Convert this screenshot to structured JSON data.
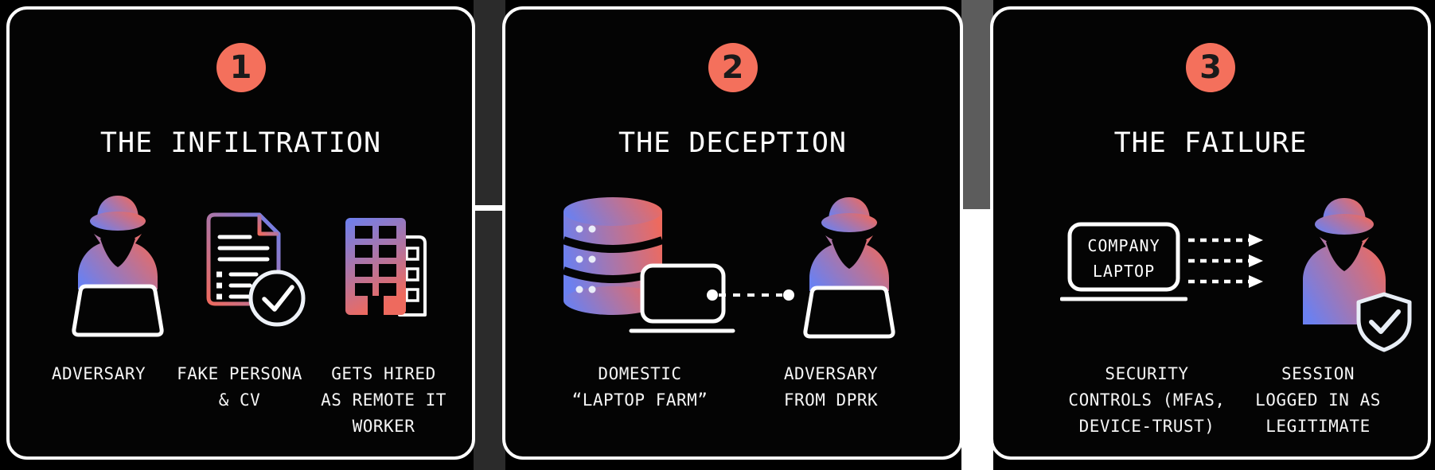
{
  "colors": {
    "accent": "#f4705c",
    "badge_number": "#1a1a1a",
    "gradient_blue": "#6b80f0",
    "gradient_red": "#ee6a5e",
    "card_bg": "#040404",
    "card_border": "#ffffff",
    "text": "#f5f5f5",
    "divider_dark": "#2b2b2b",
    "divider_gray": "#5c5c5c",
    "divider_white": "#ffffff"
  },
  "cards": [
    {
      "number": "1",
      "title": "THE INFILTRATION",
      "items": [
        {
          "icon": "hacker-at-laptop-icon",
          "label": "ADVERSARY"
        },
        {
          "icon": "document-check-icon",
          "label": "FAKE PERSONA\n& CV"
        },
        {
          "icon": "office-building-icon",
          "label": "GETS HIRED\nAS REMOTE IT\nWORKER"
        }
      ]
    },
    {
      "number": "2",
      "title": "THE DECEPTION",
      "items": [
        {
          "icon": "database-laptop-icon",
          "label": "DOMESTIC\n“LAPTOP FARM”"
        },
        {
          "icon": "hacker-at-laptop-icon",
          "label": "ADVERSARY\nFROM DPRK"
        }
      ]
    },
    {
      "number": "3",
      "title": "THE FAILURE",
      "laptop_label": "COMPANY\nLAPTOP",
      "items": [
        {
          "icon": "company-laptop-dashed-arrows-icon",
          "label": "SECURITY\nCONTROLS (MFAS,\nDEVICE-TRUST)"
        },
        {
          "icon": "hacker-shield-icon",
          "label": "SESSION\nLOGGED IN AS\nLEGITIMATE"
        }
      ]
    }
  ]
}
